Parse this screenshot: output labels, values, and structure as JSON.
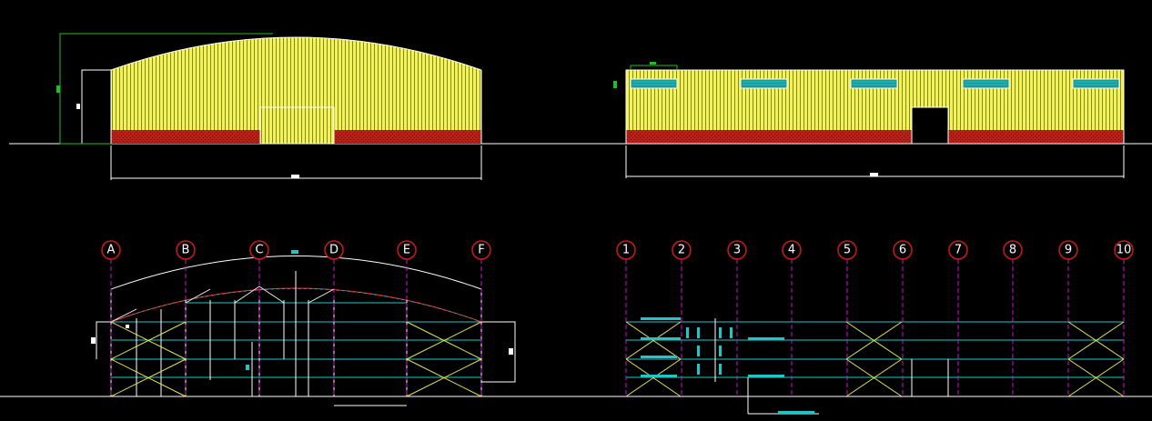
{
  "drawing": {
    "colors": {
      "background": "#000000",
      "cladding": "#f2f25a",
      "cladding_rib": "#8a8a1a",
      "brick": "#b32318",
      "brick_dots": "#5a0d08",
      "line": "#ffffff",
      "grid_dash": "#d016d0",
      "bubble": "#cc1a1a",
      "purlin": "#22c4c4",
      "bracing": "#e6e64a",
      "rafter": "#ff3030",
      "accent": "#21c021"
    },
    "grid_letters": [
      "A",
      "B",
      "C",
      "D",
      "E",
      "F"
    ],
    "grid_numbers": [
      "1",
      "2",
      "3",
      "4",
      "5",
      "6",
      "7",
      "8",
      "9",
      "10"
    ]
  }
}
